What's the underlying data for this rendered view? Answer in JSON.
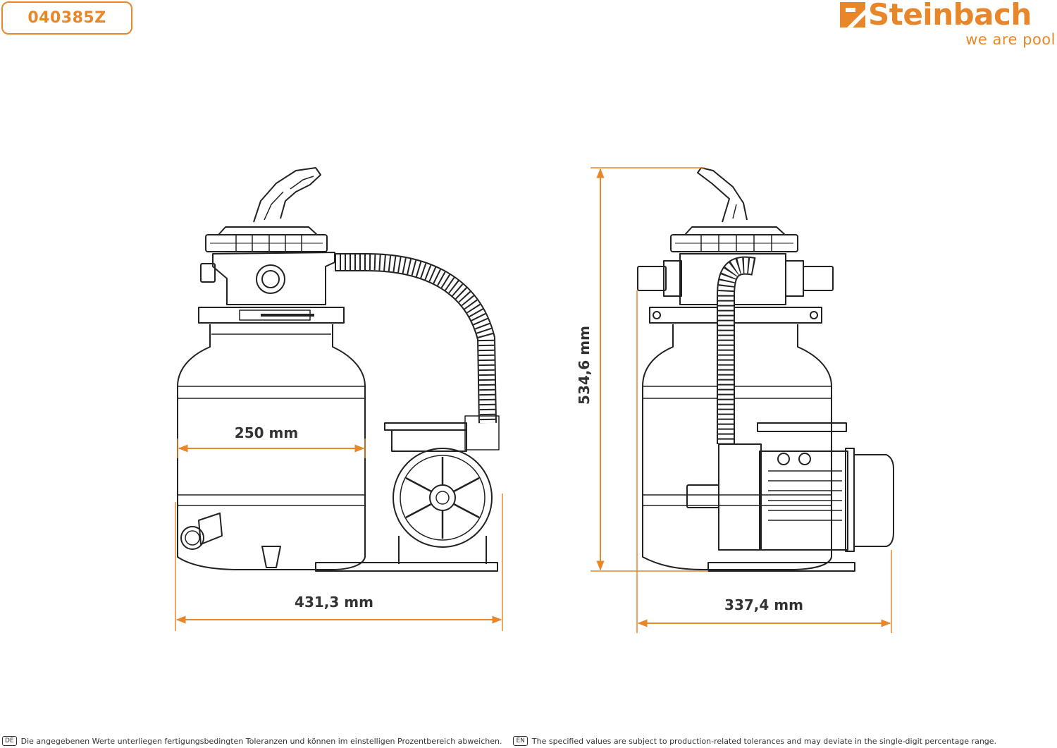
{
  "product_code": "040385Z",
  "brand": {
    "name": "Steinbach",
    "tagline": "we are pool",
    "accent_color": "#e8872a",
    "icon": "steinbach-logo-mark-icon"
  },
  "dimensions": {
    "tank_diameter": "250 mm",
    "front_width": "431,3 mm",
    "height": "534,6 mm",
    "side_depth": "337,4 mm"
  },
  "footer": {
    "de_badge": "DE",
    "de_text": "Die angegebenen Werte unterliegen fertigungsbedingten Toleranzen und können im einstelligen Prozentbereich abweichen.",
    "en_badge": "EN",
    "en_text": "The specified values are subject to production-related tolerances and may deviate in the single-digit percentage range."
  }
}
